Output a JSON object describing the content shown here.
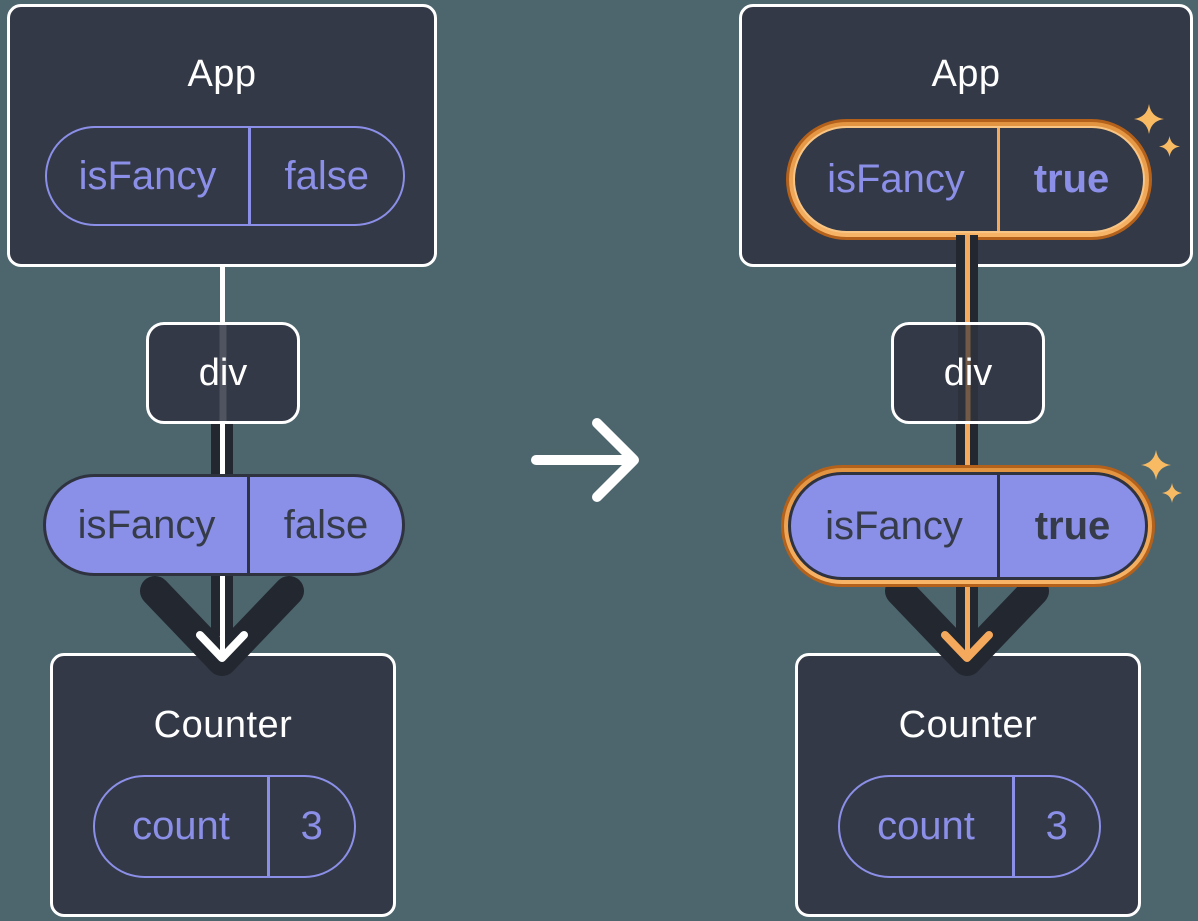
{
  "colors": {
    "background": "#4D666E",
    "card_background": "#333946",
    "card_border": "#FFFFFF",
    "purple": "#8B8FE8",
    "purple_fill": "#8A8FE8",
    "dark_text": "#363B49",
    "dark_line": "#23272F",
    "highlight_orange": "#F5A95C",
    "highlight_orange_dark": "#BC6315",
    "highlight_orange_pale": "#F9C584",
    "sparkle": "#F8BA62"
  },
  "before": {
    "app": {
      "title": "App",
      "state": {
        "key": "isFancy",
        "value": "false"
      }
    },
    "div_node": {
      "label": "div"
    },
    "prop_pill": {
      "key": "isFancy",
      "value": "false"
    },
    "counter": {
      "title": "Counter",
      "state": {
        "key": "count",
        "value": "3"
      }
    }
  },
  "after": {
    "app": {
      "title": "App",
      "state": {
        "key": "isFancy",
        "value": "true"
      }
    },
    "div_node": {
      "label": "div"
    },
    "prop_pill": {
      "key": "isFancy",
      "value": "true"
    },
    "counter": {
      "title": "Counter",
      "state": {
        "key": "count",
        "value": "3"
      }
    }
  },
  "icons": {
    "transition": "right-arrow-icon",
    "highlight": "sparkle-icon"
  }
}
